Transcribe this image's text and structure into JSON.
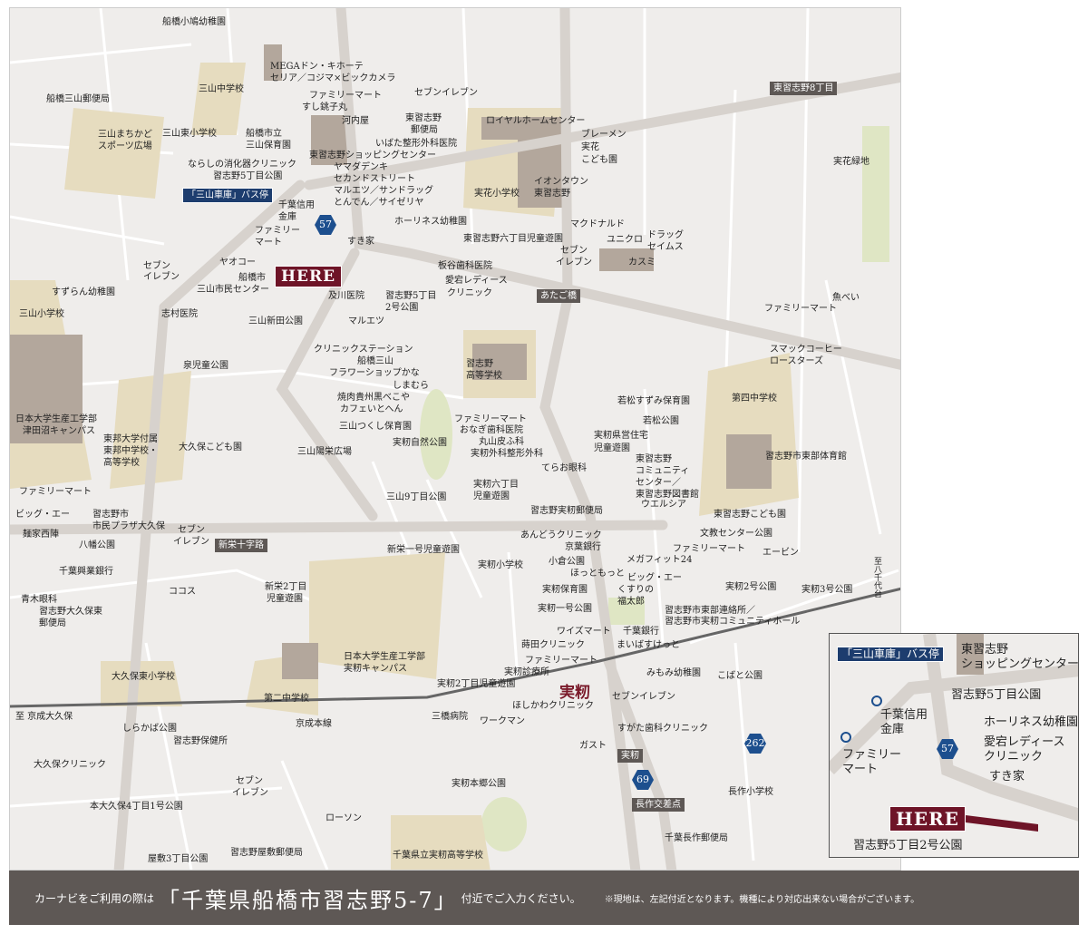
{
  "map_labels": [
    "船橋小鳩幼稚園",
    "船橋三山郵便局",
    "三山中学校",
    "MEGAドン・キホーテ",
    "セリア／コジマ×ビックカメラ",
    "ファミリーマート",
    "すし銚子丸",
    "セブンイレブン",
    "河内屋",
    "東習志野",
    "郵便局",
    "いばた整形外科医院",
    "ロイヤルホームセンター",
    "ブレーメン",
    "実花",
    "こども園",
    "三山まちかど",
    "スポーツ広場",
    "三山東小学校",
    "船橋市立",
    "三山保育園",
    "東習志野ショッピングセンター",
    "ならしの消化器クリニック",
    "習志野5丁目公園",
    "ヤマダデンキ",
    "セカンドストリート",
    "マルエツ／サンドラッグ",
    "とんでん／サイゼリヤ",
    "千葉信用",
    "金庫",
    "ファミリー",
    "マート",
    "ホーリネス幼稚園",
    "実花小学校",
    "イオンタウン",
    "東習志野",
    "マクドナルド",
    "ユニクロ",
    "ドラッグ",
    "セイムス",
    "東習志野六丁目児童遊園",
    "セブン",
    "イレブン",
    "カスミ",
    "すき家",
    "ヤオコー",
    "船橋市",
    "三山市民センター",
    "板谷歯科医院",
    "愛宕レディース",
    "クリニック",
    "及川医院",
    "習志野5丁目",
    "2号公園",
    "セブン",
    "イレブン",
    "すずらん幼稚園",
    "志村医院",
    "三山小学校",
    "三山新田公園",
    "マルエツ",
    "魚べい",
    "ファミリーマート",
    "スマックコーヒー",
    "ロースターズ",
    "クリニックステーション",
    "船橋三山",
    "フラワーショップかな",
    "しまむら",
    "泉児童公園",
    "習志野",
    "高等学校",
    "焼肉貴州黒べこや",
    "カフェいとへん",
    "若松すずみ保育園",
    "第四中学校",
    "三山つくし保育園",
    "若松公園",
    "ファミリーマート",
    "おなぎ歯科医院",
    "丸山皮ふ科",
    "実籾外科整形外科",
    "実籾自然公園",
    "実籾県営住宅",
    "児童遊園",
    "日本大学生産工学部",
    "津田沼キャンパス",
    "東邦大学付属",
    "東邦中学校・",
    "高等学校",
    "大久保こども園",
    "三山陽栄広場",
    "習志野市東部体育館",
    "東習志野",
    "コミュニティ",
    "センター／",
    "東習志野図書館",
    "てらお眼科",
    "実籾六丁目",
    "児童遊園",
    "ウエルシア",
    "ファミリーマート",
    "三山9丁目公園",
    "習志野実籾郵便局",
    "東習志野こども園",
    "ビッグ・エー",
    "習志野市",
    "市民プラザ大久保",
    "麺家西陣",
    "セブン",
    "イレブン",
    "文教センター公園",
    "あんどうクリニック",
    "京葉銀行",
    "八幡公園",
    "ファミリーマート",
    "エービン",
    "新栄一号児童遊園",
    "小倉公園",
    "メガフィット24",
    "実籾小学校",
    "千葉興業銀行",
    "ほっともっと",
    "ビッグ・エー",
    "新栄2丁目",
    "児童遊園",
    "ココス",
    "実籾保育園",
    "くすりの",
    "福太郎",
    "実籾2号公園",
    "実籾3号公園",
    "青木眼科",
    "習志野大久保東",
    "郵便局",
    "実籾一号公園",
    "習志野市東部連絡所／",
    "習志野市実籾コミュニティホール",
    "ワイズマート",
    "千葉銀行",
    "蒔田クリニック",
    "まいばすけっと",
    "日本大学生産工学部",
    "実籾キャンパス",
    "ファミリーマート",
    "実籾診療所",
    "みもみ幼稚園",
    "こばと公園",
    "大久保東小学校",
    "実籾2丁目児童遊園",
    "セブンイレブン",
    "第二中学校",
    "ほしかわクリニック",
    "至 京成大久保",
    "三橋病院",
    "ワークマン",
    "京成本線",
    "すがた歯科クリニック",
    "しらかば公園",
    "習志野保健所",
    "ガスト",
    "大久保クリニック",
    "セブン",
    "イレブン",
    "実籾本郷公園",
    "長作小学校",
    "本大久保4丁目1号公園",
    "ローソン",
    "千葉長作郵便局",
    "屋敷3丁目公園",
    "習志野屋敷郵便局",
    "千葉県立実籾高等学校",
    "実花緑地"
  ],
  "badges": {
    "bus_stop": "「三山車庫」バス停",
    "higashi8": "東習志野8丁目",
    "atagobashi": "あたご橋",
    "shinei": "新栄十字路",
    "mimomi": "実籾",
    "nagasaku": "長作交差点"
  },
  "station": "実籾",
  "to_yachiyodai": "至八千代台",
  "here": "HERE",
  "routes": [
    "57",
    "262",
    "69"
  ],
  "inset": {
    "bus_stop": "「三山車庫」バス停",
    "shopping1": "東習志野",
    "shopping2": "ショッピングセンター",
    "park5": "習志野5丁目公園",
    "bank1": "千葉信用",
    "bank2": "金庫",
    "holiness": "ホーリネス幼稚園",
    "clinic1": "愛宕レディース",
    "clinic2": "クリニック",
    "fm1": "ファミリー",
    "fm2": "マート",
    "sukiya": "すき家",
    "route": "57",
    "here": "HERE",
    "park52": "習志野5丁目2号公園"
  },
  "footer": {
    "prefix": "カーナビをご利用の際は",
    "address": "「千葉県船橋市習志野5-7」",
    "suffix": "付近でご入力ください。",
    "note": "※現地は、左記付近となります。機種により対応出来ない場合がございます。"
  }
}
